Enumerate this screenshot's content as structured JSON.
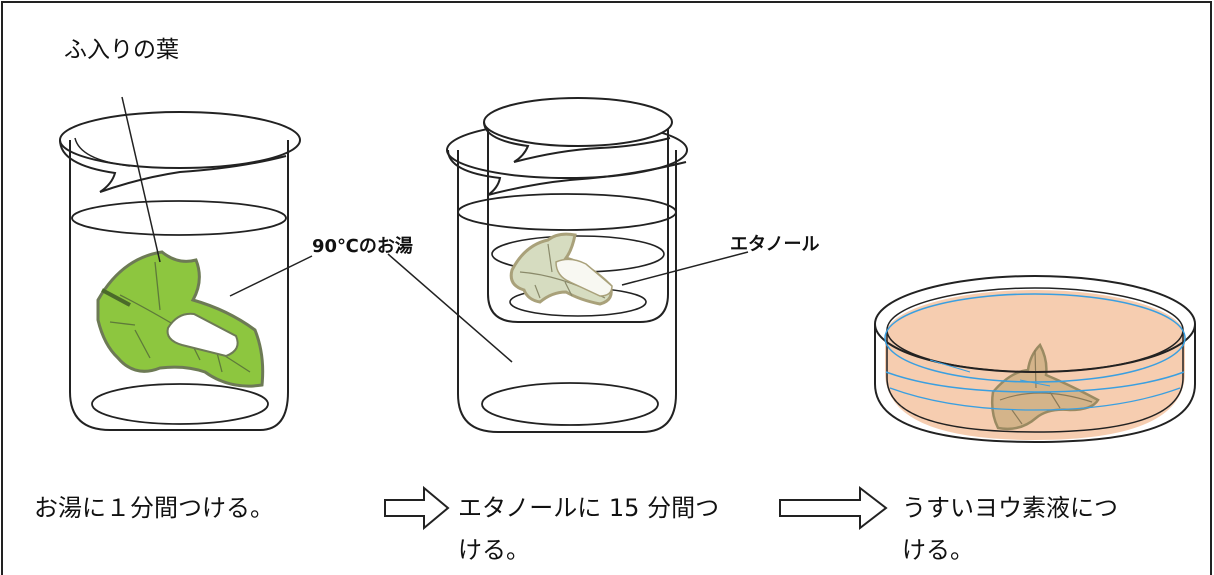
{
  "title": "ふ入りの葉",
  "labels": {
    "hot_water": "90℃のお湯",
    "ethanol": "エタノール"
  },
  "steps": [
    {
      "text": "お湯に１分間つける。"
    },
    {
      "line1": "エタノールに 15 分間つ",
      "line2": "ける。"
    },
    {
      "line1": "うすいヨウ素液につ",
      "line2": "ける。"
    }
  ],
  "colors": {
    "leaf_green": "#8dc63f",
    "leaf_outline": "#6d7a55",
    "leaf_pale": "#d6dcc0",
    "iodine_solution": "#f6cdb0",
    "dish_rim": "#3a9fe0"
  }
}
